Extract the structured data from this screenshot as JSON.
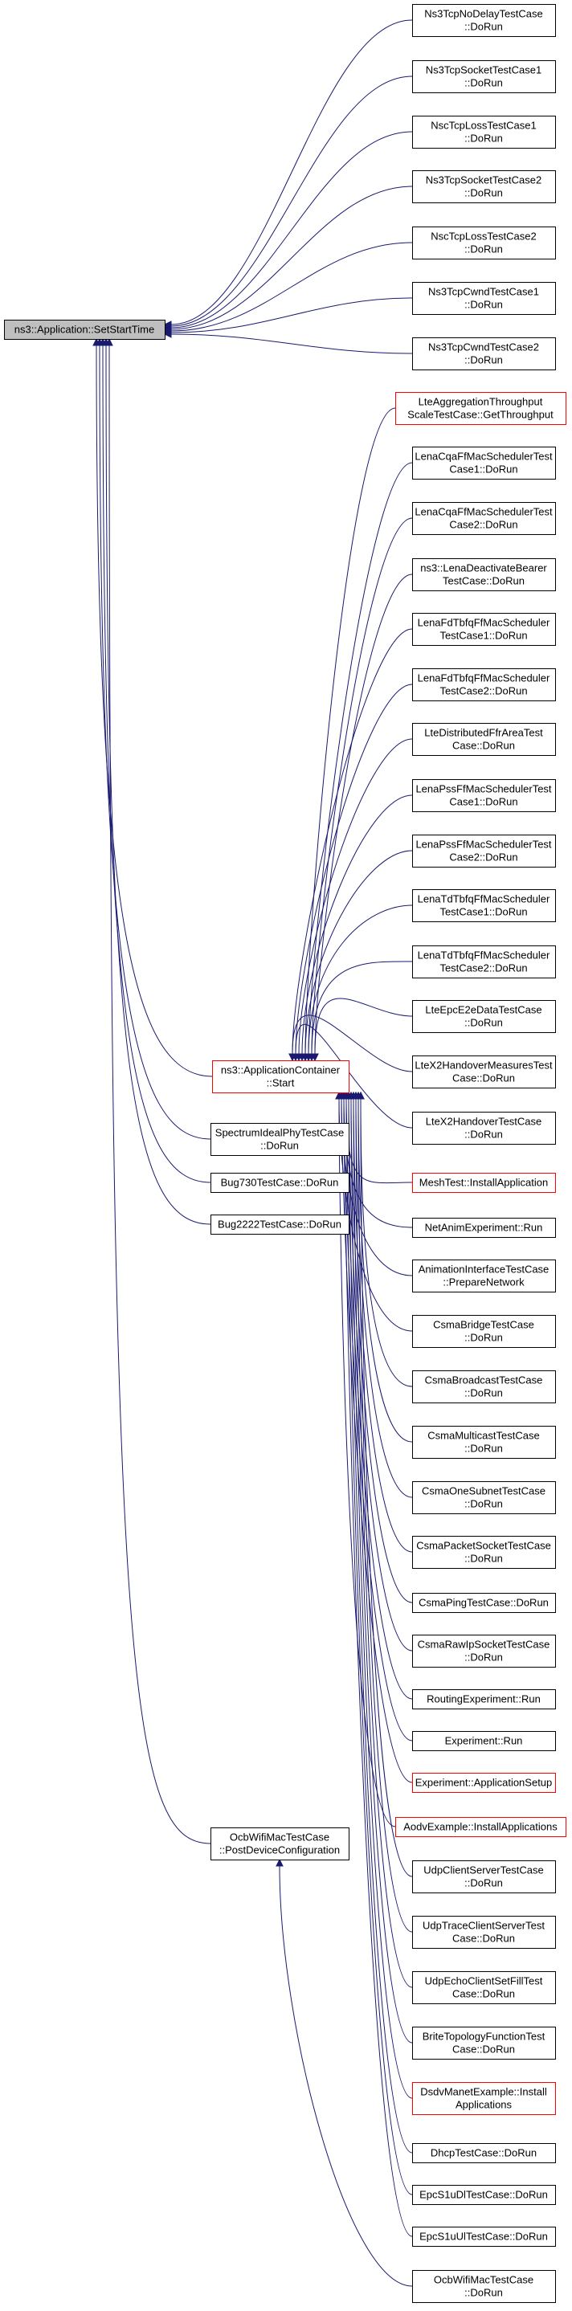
{
  "nodes": [
    {
      "id": "root",
      "lines": [
        "ns3::Application::SetStartTime"
      ],
      "style": "root"
    },
    {
      "id": "appc_start",
      "lines": [
        "ns3::ApplicationContainer",
        "::Start"
      ],
      "style": "red"
    },
    {
      "id": "ocb_post",
      "lines": [
        "OcbWifiMacTestCase",
        "::PostDeviceConfiguration"
      ],
      "style": "normal"
    },
    {
      "id": "spectrum",
      "lines": [
        "SpectrumIdealPhyTestCase",
        "::DoRun"
      ],
      "style": "normal"
    },
    {
      "id": "bug730",
      "lines": [
        "Bug730TestCase::DoRun"
      ],
      "style": "normal"
    },
    {
      "id": "bug2222",
      "lines": [
        "Bug2222TestCase::DoRun"
      ],
      "style": "normal"
    },
    {
      "id": "r0",
      "lines": [
        "Ns3TcpNoDelayTestCase",
        "::DoRun"
      ],
      "style": "normal"
    },
    {
      "id": "r1",
      "lines": [
        "Ns3TcpSocketTestCase1",
        "::DoRun"
      ],
      "style": "normal"
    },
    {
      "id": "r2",
      "lines": [
        "NscTcpLossTestCase1",
        "::DoRun"
      ],
      "style": "normal"
    },
    {
      "id": "r3",
      "lines": [
        "Ns3TcpSocketTestCase2",
        "::DoRun"
      ],
      "style": "normal"
    },
    {
      "id": "r4",
      "lines": [
        "NscTcpLossTestCase2",
        "::DoRun"
      ],
      "style": "normal"
    },
    {
      "id": "r5",
      "lines": [
        "Ns3TcpCwndTestCase1",
        "::DoRun"
      ],
      "style": "normal"
    },
    {
      "id": "r6",
      "lines": [
        "Ns3TcpCwndTestCase2",
        "::DoRun"
      ],
      "style": "normal"
    },
    {
      "id": "r7",
      "lines": [
        "LteAggregationThroughput",
        "ScaleTestCase::GetThroughput"
      ],
      "style": "red"
    },
    {
      "id": "r8",
      "lines": [
        "LenaCqaFfMacSchedulerTest",
        "Case1::DoRun"
      ],
      "style": "normal"
    },
    {
      "id": "r9",
      "lines": [
        "LenaCqaFfMacSchedulerTest",
        "Case2::DoRun"
      ],
      "style": "normal"
    },
    {
      "id": "r10",
      "lines": [
        "ns3::LenaDeactivateBearer",
        "TestCase::DoRun"
      ],
      "style": "normal"
    },
    {
      "id": "r11",
      "lines": [
        "LenaFdTbfqFfMacScheduler",
        "TestCase1::DoRun"
      ],
      "style": "normal"
    },
    {
      "id": "r12",
      "lines": [
        "LenaFdTbfqFfMacScheduler",
        "TestCase2::DoRun"
      ],
      "style": "normal"
    },
    {
      "id": "r13",
      "lines": [
        "LteDistributedFfrAreaTest",
        "Case::DoRun"
      ],
      "style": "normal"
    },
    {
      "id": "r14",
      "lines": [
        "LenaPssFfMacSchedulerTest",
        "Case1::DoRun"
      ],
      "style": "normal"
    },
    {
      "id": "r15",
      "lines": [
        "LenaPssFfMacSchedulerTest",
        "Case2::DoRun"
      ],
      "style": "normal"
    },
    {
      "id": "r16",
      "lines": [
        "LenaTdTbfqFfMacScheduler",
        "TestCase1::DoRun"
      ],
      "style": "normal"
    },
    {
      "id": "r17",
      "lines": [
        "LenaTdTbfqFfMacScheduler",
        "TestCase2::DoRun"
      ],
      "style": "normal"
    },
    {
      "id": "r18",
      "lines": [
        "LteEpcE2eDataTestCase",
        "::DoRun"
      ],
      "style": "normal"
    },
    {
      "id": "r19",
      "lines": [
        "LteX2HandoverMeasuresTest",
        "Case::DoRun"
      ],
      "style": "normal"
    },
    {
      "id": "r20",
      "lines": [
        "LteX2HandoverTestCase",
        "::DoRun"
      ],
      "style": "normal"
    },
    {
      "id": "r21",
      "lines": [
        "MeshTest::InstallApplication"
      ],
      "style": "red"
    },
    {
      "id": "r22",
      "lines": [
        "NetAnimExperiment::Run"
      ],
      "style": "normal"
    },
    {
      "id": "r23",
      "lines": [
        "AnimationInterfaceTestCase",
        "::PrepareNetwork"
      ],
      "style": "normal"
    },
    {
      "id": "r24",
      "lines": [
        "CsmaBridgeTestCase",
        "::DoRun"
      ],
      "style": "normal"
    },
    {
      "id": "r25",
      "lines": [
        "CsmaBroadcastTestCase",
        "::DoRun"
      ],
      "style": "normal"
    },
    {
      "id": "r26",
      "lines": [
        "CsmaMulticastTestCase",
        "::DoRun"
      ],
      "style": "normal"
    },
    {
      "id": "r27",
      "lines": [
        "CsmaOneSubnetTestCase",
        "::DoRun"
      ],
      "style": "normal"
    },
    {
      "id": "r28",
      "lines": [
        "CsmaPacketSocketTestCase",
        "::DoRun"
      ],
      "style": "normal"
    },
    {
      "id": "r29",
      "lines": [
        "CsmaPingTestCase::DoRun"
      ],
      "style": "normal"
    },
    {
      "id": "r30",
      "lines": [
        "CsmaRawIpSocketTestCase",
        "::DoRun"
      ],
      "style": "normal"
    },
    {
      "id": "r31",
      "lines": [
        "RoutingExperiment::Run"
      ],
      "style": "normal"
    },
    {
      "id": "r32",
      "lines": [
        "Experiment::Run"
      ],
      "style": "normal"
    },
    {
      "id": "r33",
      "lines": [
        "Experiment::ApplicationSetup"
      ],
      "style": "red"
    },
    {
      "id": "r34",
      "lines": [
        "AodvExample::InstallApplications"
      ],
      "style": "red"
    },
    {
      "id": "r35",
      "lines": [
        "UdpClientServerTestCase",
        "::DoRun"
      ],
      "style": "normal"
    },
    {
      "id": "r36",
      "lines": [
        "UdpTraceClientServerTest",
        "Case::DoRun"
      ],
      "style": "normal"
    },
    {
      "id": "r37",
      "lines": [
        "UdpEchoClientSetFillTest",
        "Case::DoRun"
      ],
      "style": "normal"
    },
    {
      "id": "r38",
      "lines": [
        "BriteTopologyFunctionTest",
        "Case::DoRun"
      ],
      "style": "normal"
    },
    {
      "id": "r39",
      "lines": [
        "DsdvManetExample::Install",
        "Applications"
      ],
      "style": "red"
    },
    {
      "id": "r40",
      "lines": [
        "DhcpTestCase::DoRun"
      ],
      "style": "normal"
    },
    {
      "id": "r41",
      "lines": [
        "EpcS1uDlTestCase::DoRun"
      ],
      "style": "normal"
    },
    {
      "id": "r42",
      "lines": [
        "EpcS1uUlTestCase::DoRun"
      ],
      "style": "normal"
    },
    {
      "id": "r43",
      "lines": [
        "OcbWifiMacTestCase",
        "::DoRun"
      ],
      "style": "normal"
    }
  ],
  "edges": [
    [
      "r0",
      "root"
    ],
    [
      "r1",
      "root"
    ],
    [
      "r2",
      "root"
    ],
    [
      "r3",
      "root"
    ],
    [
      "r4",
      "root"
    ],
    [
      "r5",
      "root"
    ],
    [
      "r6",
      "root"
    ],
    [
      "appc_start",
      "root"
    ],
    [
      "spectrum",
      "root"
    ],
    [
      "bug730",
      "root"
    ],
    [
      "bug2222",
      "root"
    ],
    [
      "ocb_post",
      "root"
    ],
    [
      "r7",
      "appc_start"
    ],
    [
      "r8",
      "appc_start"
    ],
    [
      "r9",
      "appc_start"
    ],
    [
      "r10",
      "appc_start"
    ],
    [
      "r11",
      "appc_start"
    ],
    [
      "r12",
      "appc_start"
    ],
    [
      "r13",
      "appc_start"
    ],
    [
      "r14",
      "appc_start"
    ],
    [
      "r15",
      "appc_start"
    ],
    [
      "r16",
      "appc_start"
    ],
    [
      "r17",
      "appc_start"
    ],
    [
      "r18",
      "appc_start"
    ],
    [
      "r19",
      "appc_start"
    ],
    [
      "r20",
      "appc_start"
    ],
    [
      "r21",
      "appc_start"
    ],
    [
      "r22",
      "appc_start"
    ],
    [
      "r23",
      "appc_start"
    ],
    [
      "r24",
      "appc_start"
    ],
    [
      "r25",
      "appc_start"
    ],
    [
      "r26",
      "appc_start"
    ],
    [
      "r27",
      "appc_start"
    ],
    [
      "r28",
      "appc_start"
    ],
    [
      "r29",
      "appc_start"
    ],
    [
      "r30",
      "appc_start"
    ],
    [
      "r31",
      "appc_start"
    ],
    [
      "r32",
      "appc_start"
    ],
    [
      "r33",
      "appc_start"
    ],
    [
      "r34",
      "appc_start"
    ],
    [
      "r35",
      "appc_start"
    ],
    [
      "r36",
      "appc_start"
    ],
    [
      "r37",
      "appc_start"
    ],
    [
      "r38",
      "appc_start"
    ],
    [
      "r39",
      "appc_start"
    ],
    [
      "r40",
      "appc_start"
    ],
    [
      "r41",
      "appc_start"
    ],
    [
      "r42",
      "appc_start"
    ],
    [
      "r43",
      "ocb_post"
    ]
  ]
}
